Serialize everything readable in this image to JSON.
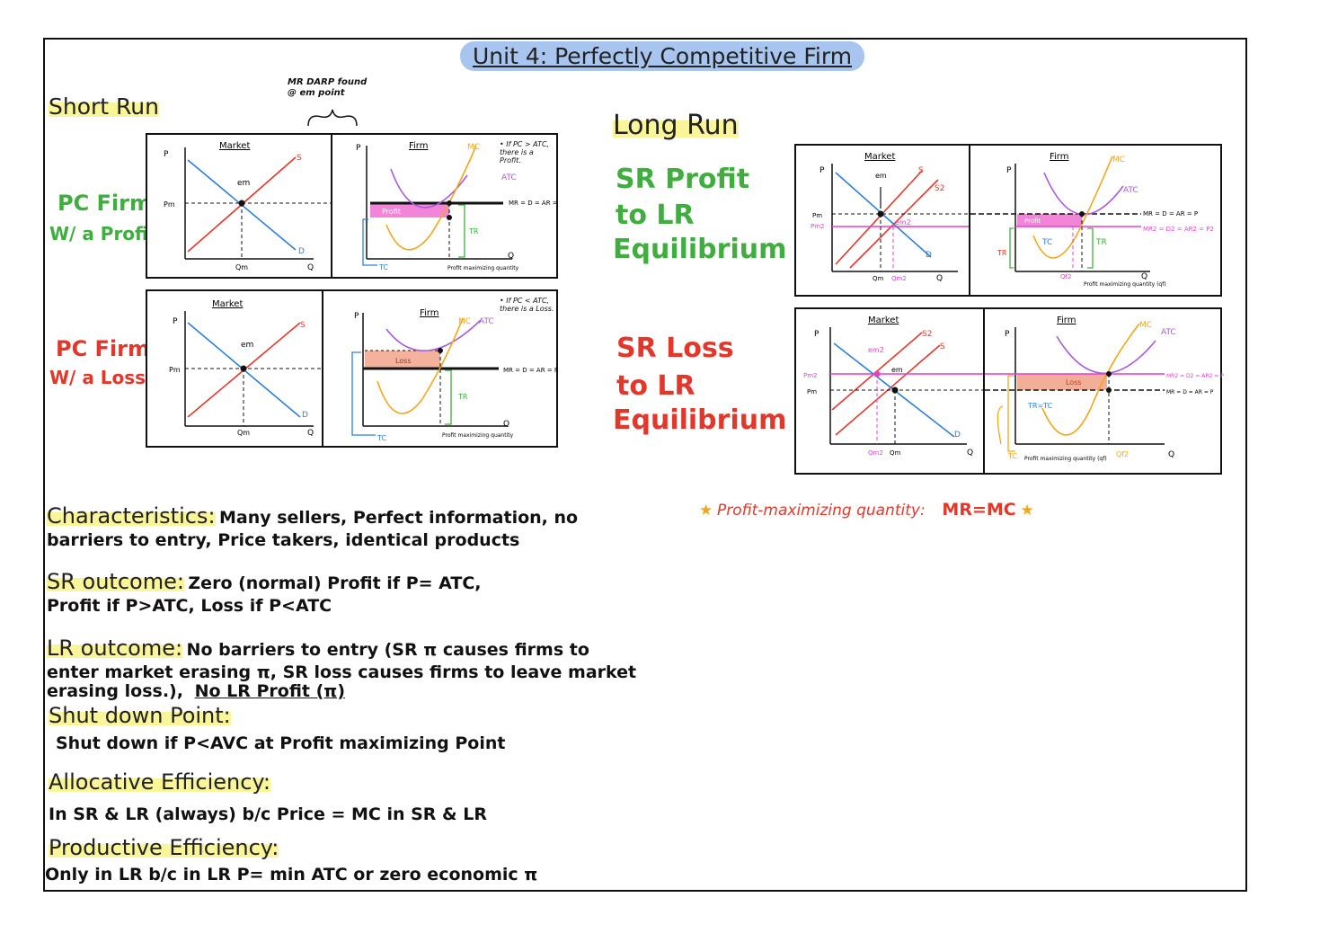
{
  "title": "Unit 4: Perfectly Competitive Firm",
  "short_run": {
    "heading": "Short Run",
    "note_line1": "MR DARP found",
    "note_line2": "@ em point",
    "profit_label_line1": "PC Firm",
    "profit_label_line2": "W/ a Profit",
    "loss_label_line1": "PC Firm",
    "loss_label_line2": "W/ a Loss",
    "profit_firm_note": "• If PC > ATC, there is a Profit.",
    "loss_firm_note": "• If PC < ATC, there is a Loss."
  },
  "long_run": {
    "heading": "Long Run",
    "profit_line1": "SR Profit",
    "profit_line2": "to LR",
    "profit_line3": "Equilibrium",
    "loss_line1": "SR Loss",
    "loss_line2": "to LR",
    "loss_line3": "Equilibrium",
    "pmq_prefix": "Profit-maximizing quantity:",
    "pmq_rule": "MR=MC"
  },
  "graph_labels": {
    "market": "Market",
    "firm": "Firm",
    "p": "P",
    "q": "Q",
    "s": "S",
    "s2": "S2",
    "d": "D",
    "em": "em",
    "em2": "em2",
    "pm": "Pm",
    "pm2": "Pm2",
    "qm": "Qm",
    "qm2": "Qm2",
    "mc": "MC",
    "atc": "ATC",
    "mr_sr": "MR = D = AR = P",
    "mr_lr": "MR = D = AR = P",
    "mr2": "MR2 = D2 = AR2 = P2",
    "profit": "Profit",
    "loss": "Loss",
    "tr": "TR",
    "tc": "TC",
    "tr_tc": "TR=TC",
    "qf2": "Qf2",
    "pmq": "Profit maximizing quantity",
    "pmq_qf": "Profit maximizing quantity (qf)"
  },
  "notes": {
    "characteristics_label": "Characteristics:",
    "characteristics_text_1": "Many sellers, Perfect information, no",
    "characteristics_text_2": "barriers to entry, Price takers, identical products",
    "sr_label": "SR outcome:",
    "sr_text_1": "Zero (normal) Profit if P= ATC,",
    "sr_text_2": "Profit if P>ATC, Loss if P<ATC",
    "lr_label": "LR outcome:",
    "lr_text_1": "No barriers to entry (SR π causes firms to",
    "lr_text_2": "enter market erasing π, SR loss causes firms to leave market",
    "lr_text_3": "erasing loss.),",
    "lr_text_4": "No LR Profit (π)",
    "shutdown_label": "Shut down Point:",
    "shutdown_text": "Shut down if P<AVC at Profit maximizing Point",
    "alloc_label": "Allocative Efficiency:",
    "alloc_text": "In SR & LR (always) b/c Price = MC in SR & LR",
    "prod_label": "Productive Efficiency:",
    "prod_text": "Only in LR b/c in LR P= min ATC or zero economic π"
  },
  "colors": {
    "supply": "#e2382c",
    "demand": "#2f7fd8",
    "mc": "#f2a71b",
    "atc": "#a65bd8",
    "profit_fill": "#f070d0",
    "loss_fill": "#f2a58c",
    "magenta": "#e83fc8",
    "tr": "#3fae3f",
    "tc": "#2f7fd8",
    "highlight": "#fbf59a",
    "title_bg": "#a8c5f0"
  }
}
